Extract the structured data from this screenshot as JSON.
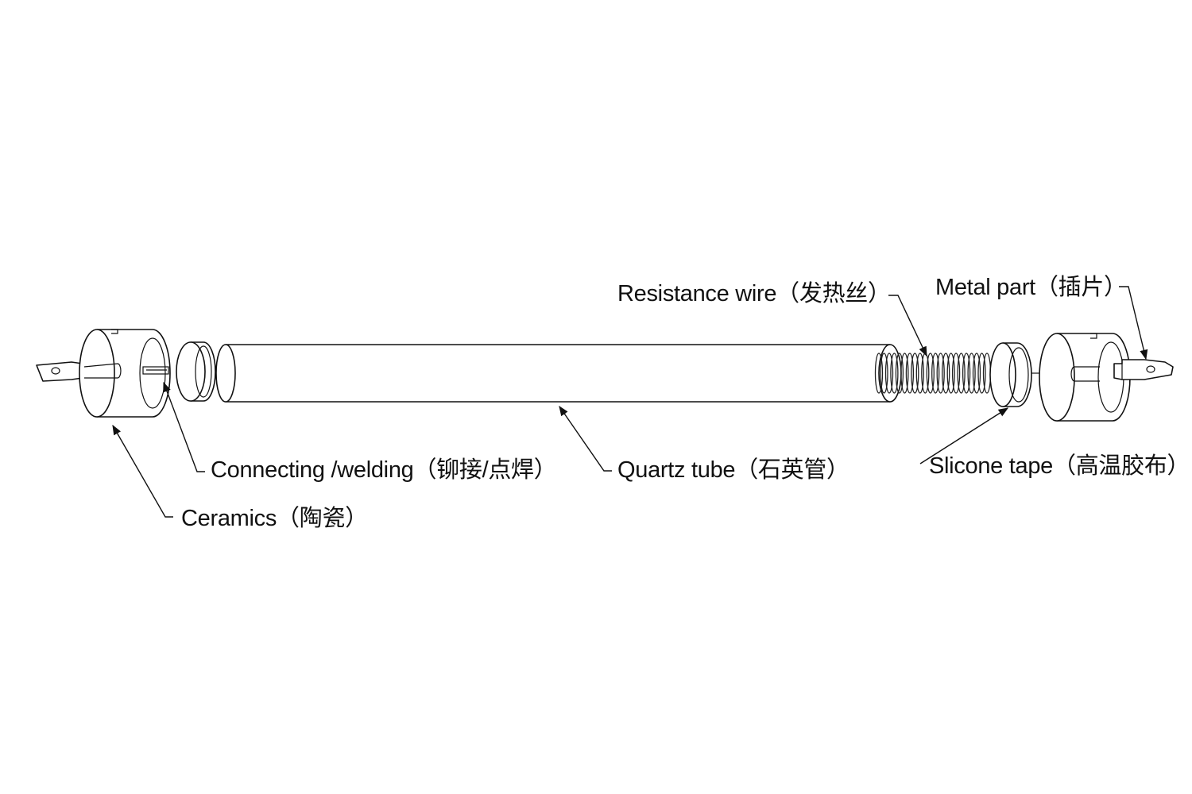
{
  "labels": {
    "resistance_wire": "Resistance wire（发热丝）",
    "metal_part": "Metal part（插片）",
    "connecting_welding": "Connecting /welding（铆接/点焊）",
    "quartz_tube": "Quartz tube（石英管）",
    "silicone_tape": "Slicone tape（高温胶布）",
    "ceramics": "Ceramics（陶瓷）"
  },
  "colors": {
    "line": "#111111",
    "background": "#ffffff"
  }
}
